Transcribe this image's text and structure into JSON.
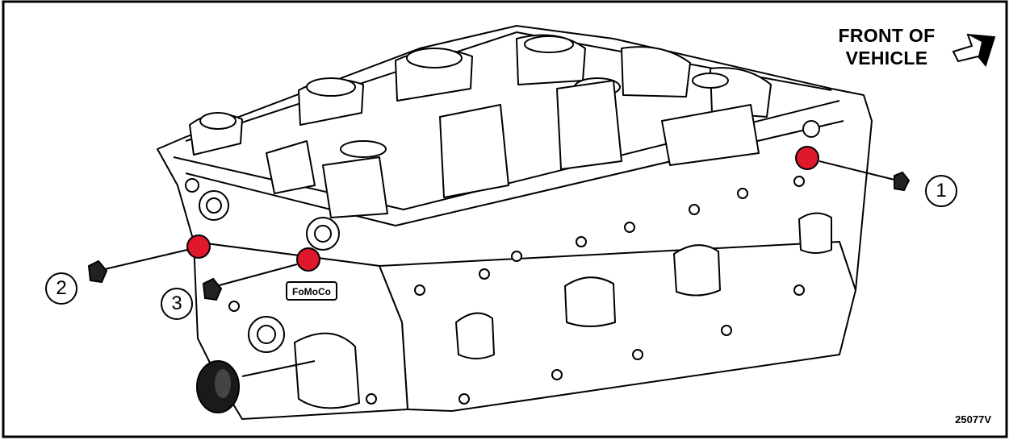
{
  "annotations": {
    "front_of_vehicle_line1": "FRONT OF",
    "front_of_vehicle_line2": "VEHICLE",
    "figure_id": "25077V"
  },
  "callouts": [
    {
      "label": "1"
    },
    {
      "label": "2"
    },
    {
      "label": "3"
    }
  ],
  "engraving": "FoMoCo",
  "colors": {
    "plug_highlight": "#e0182c",
    "line": "#000000",
    "background": "#ffffff"
  },
  "icons": {
    "direction": "arrow-icon"
  }
}
